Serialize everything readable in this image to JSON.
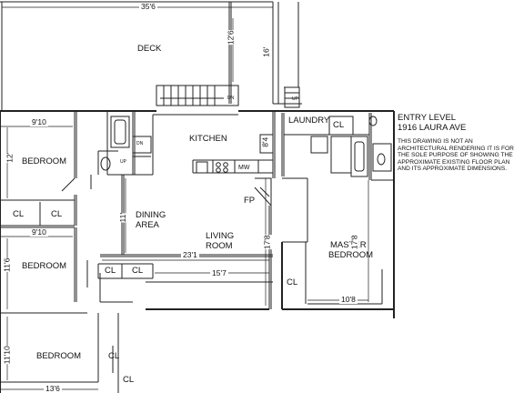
{
  "title_block": {
    "line1": "ENTRY LEVEL",
    "line2": "1916 LAURA AVE",
    "disclaimer": "THIS DRAWING IS NOT AN ARCHITECTURAL RENDERING IT IS FOR THE SOLE PURPOSE OF SHOWING THE APPROXIMATE EXISTING FLOOR PLAN AND ITS APPROXIMATE DIMENSIONS."
  },
  "rooms": {
    "deck": "DECK",
    "kitchen": "KITCHEN",
    "laundry": "LAUNDRY",
    "bedroom_1": "BEDROOM",
    "bedroom_2": "BEDROOM",
    "bedroom_3": "BEDROOM",
    "dining_line1": "DINING",
    "dining_line2": "AREA",
    "living_line1": "LIVING",
    "living_line2": "ROOM",
    "master_line1": "MASTER",
    "master_line2": "BEDROOM",
    "fireplace": "FP"
  },
  "closets": [
    "CL",
    "CL",
    "CL",
    "CL",
    "CL",
    "CL",
    "CL",
    "CL"
  ],
  "dimensions": {
    "deck_width": "35'6",
    "deck_depth_left": "12'6",
    "deck_depth_right": "16'",
    "bedroom1_width": "9'10",
    "bedroom1_depth": "12'",
    "bedroom2_width": "9'10",
    "bedroom2_depth": "11'6",
    "bedroom3_depth": "11'10",
    "bedroom3_width": "13'6",
    "kitchen_depth": "8'4",
    "dining_depth": "11'",
    "living_width": "23'1",
    "living_inner_width": "15'7",
    "living_depth": "17'8",
    "master_depth": "17'8",
    "master_width": "10'8"
  },
  "stair_labels": {
    "deck_stair": "DN",
    "right_stair": "UP",
    "inner_dn": "DN",
    "inner_up": "UP"
  },
  "appliance_labels": {
    "microwave": "MW"
  }
}
